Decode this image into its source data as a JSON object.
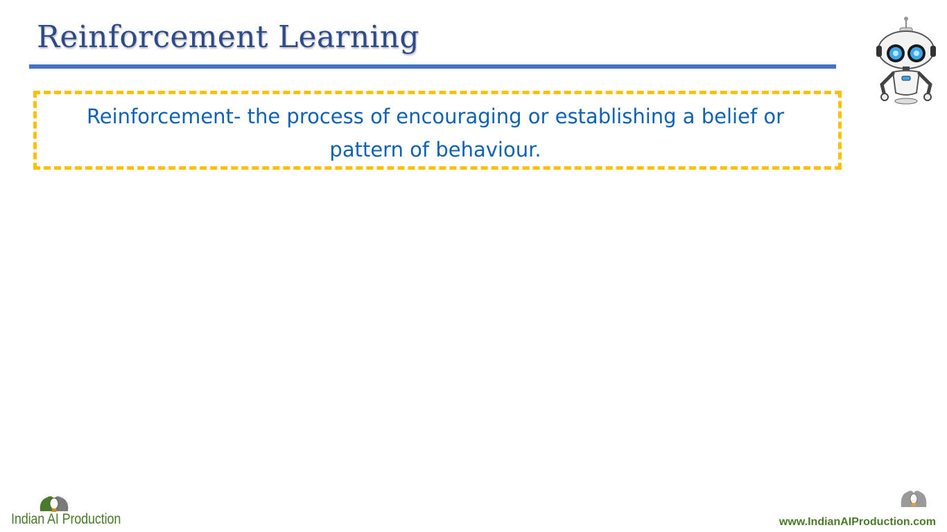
{
  "slide": {
    "title": "Reinforcement Learning",
    "definition": {
      "term": "Reinforcement",
      "text_line1": "- the process of encouraging or establishing a belief or",
      "text_line2": "pattern of behaviour."
    }
  },
  "footer": {
    "brand_text": "Indian AI Production",
    "website": "www.IndianAIProduction.com"
  },
  "icons": {
    "robot": "robot-mascot-icon",
    "logo": "brain-bulb-logo-icon"
  },
  "colors": {
    "title": "#2f4a8c",
    "rule": "#4472c4",
    "box_border": "#ffc000",
    "definition_text": "#0e62b5",
    "brand_green": "#4a7a2a"
  }
}
